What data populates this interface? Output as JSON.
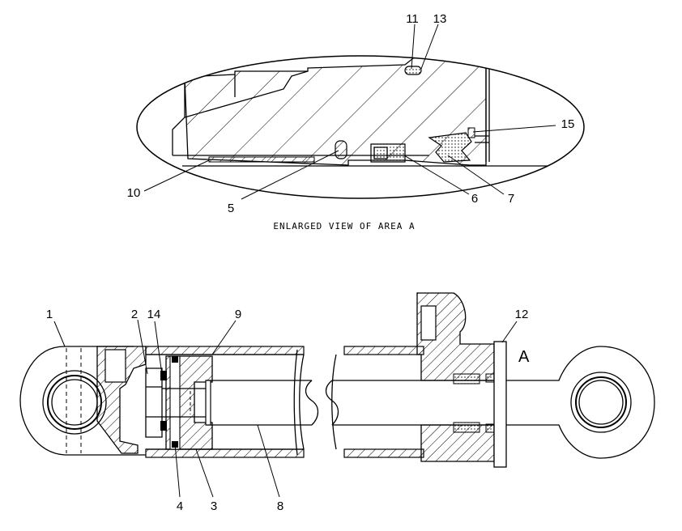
{
  "view_caption": "ENLARGED VIEW OF AREA A",
  "area_marker": "A",
  "enlarged_callouts": [
    {
      "id": "c11",
      "text": "11"
    },
    {
      "id": "c13",
      "text": "13"
    },
    {
      "id": "c15",
      "text": "15"
    },
    {
      "id": "c10",
      "text": "10"
    },
    {
      "id": "c5",
      "text": "5"
    },
    {
      "id": "c6",
      "text": "6"
    },
    {
      "id": "c7",
      "text": "7"
    }
  ],
  "assembly_callouts": [
    {
      "id": "a1",
      "text": "1"
    },
    {
      "id": "a2",
      "text": "2"
    },
    {
      "id": "a14",
      "text": "14"
    },
    {
      "id": "a9",
      "text": "9"
    },
    {
      "id": "a12",
      "text": "12"
    },
    {
      "id": "a4",
      "text": "4"
    },
    {
      "id": "a3",
      "text": "3"
    },
    {
      "id": "a8",
      "text": "8"
    }
  ],
  "colors": {
    "line": "#000000",
    "background": "#ffffff"
  }
}
